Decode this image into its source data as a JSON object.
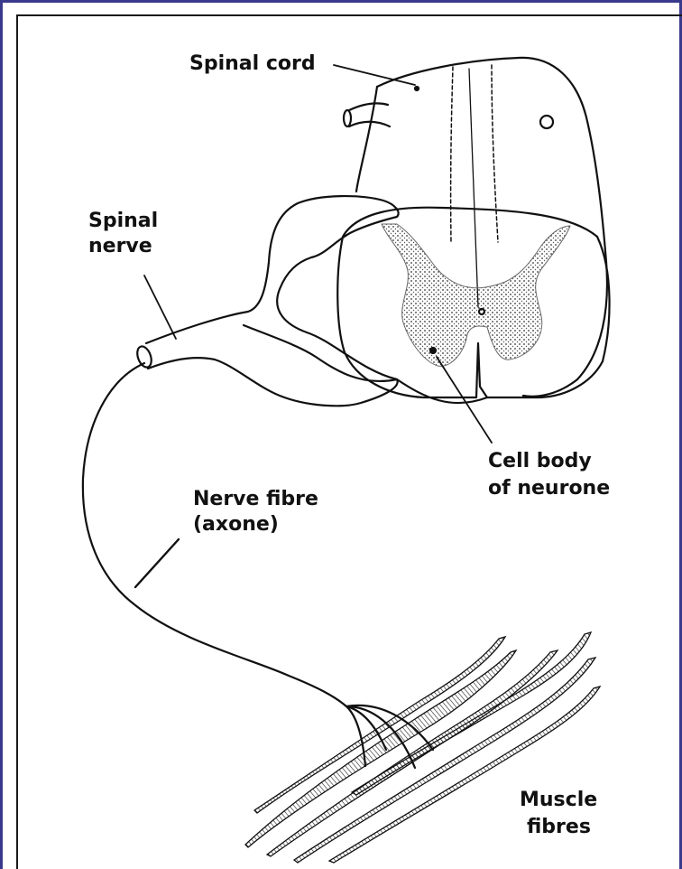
{
  "labels": {
    "spinal_cord": "Spinal cord",
    "spinal_nerve_line1": "Spinal",
    "spinal_nerve_line2": "nerve",
    "cell_body_line1": "Cell body",
    "cell_body_line2": "of neurone",
    "nerve_fibre_line1": "Nerve fibre",
    "nerve_fibre_line2": "(axone)",
    "muscle_line1": "Muscle",
    "muscle_line2": "fibres"
  },
  "colors": {
    "frame": "#3a3a8c",
    "ink": "#111111",
    "grey_matter": "#9a9a9a"
  }
}
